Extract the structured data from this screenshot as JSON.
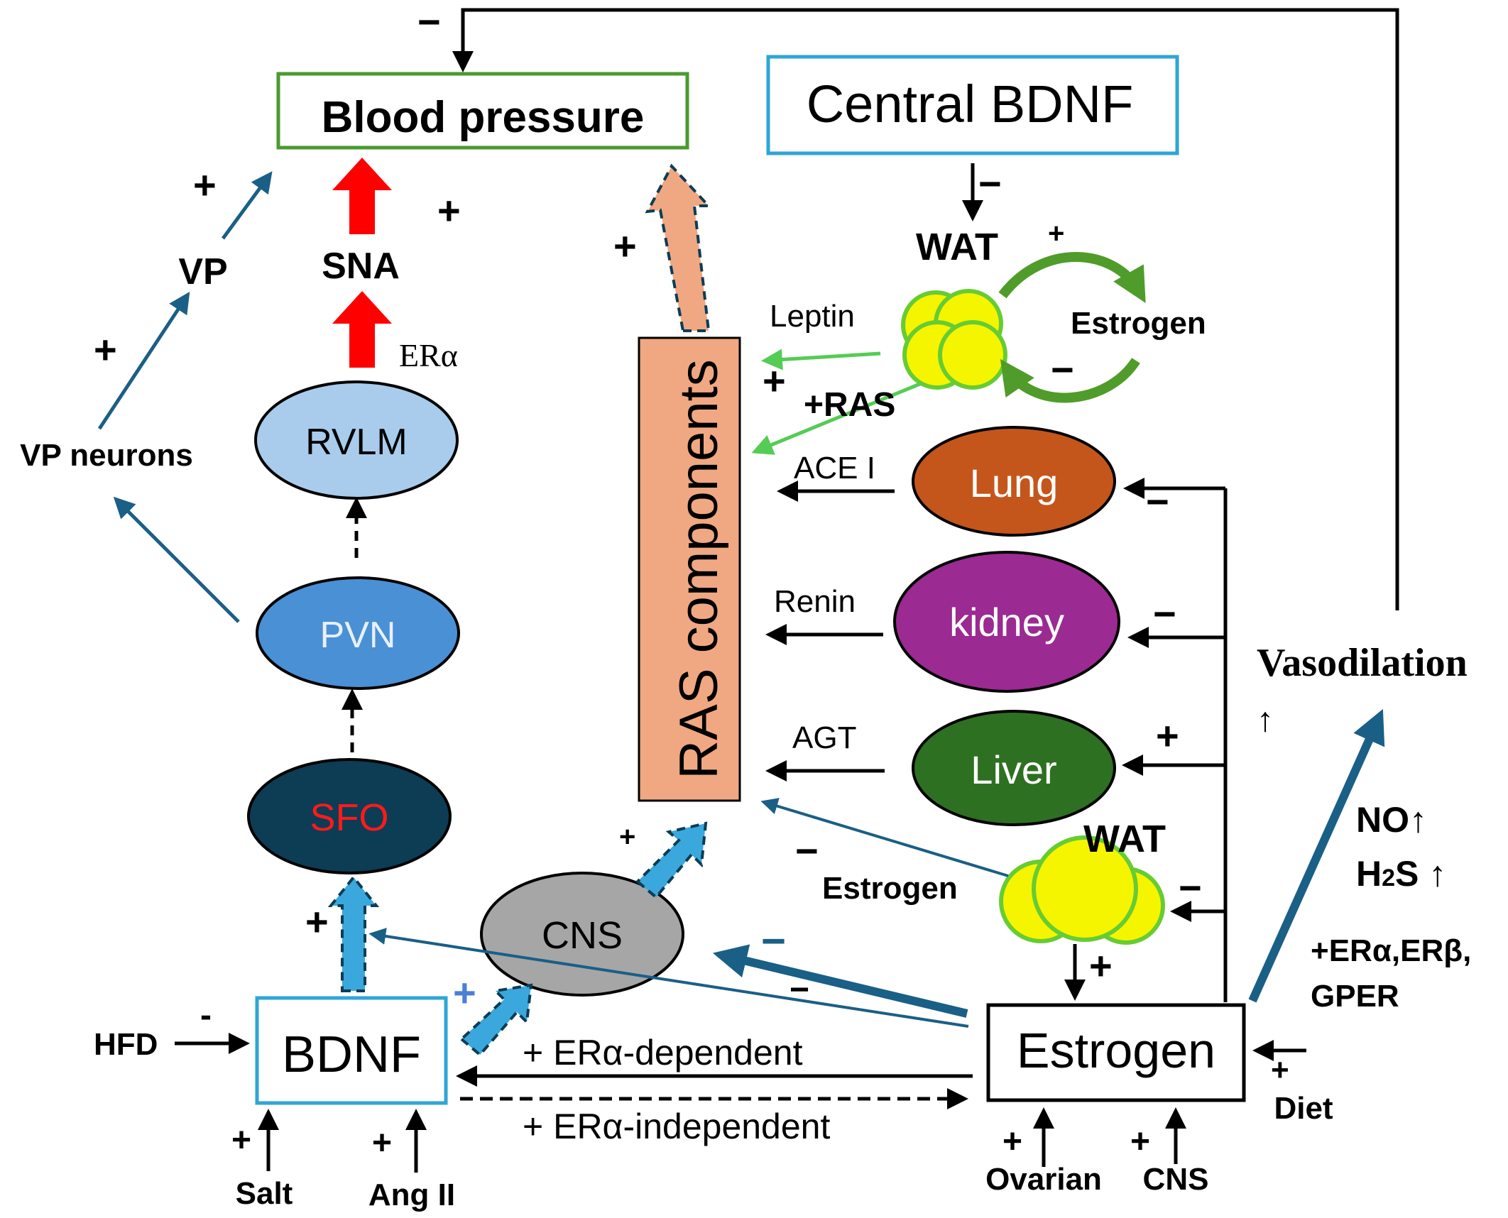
{
  "nodes": {
    "blood_pressure": "Blood pressure",
    "central_bdnf": "Central BDNF",
    "rvlm": "RVLM",
    "pvn": "PVN",
    "sfo": "SFO",
    "bdnf": "BDNF",
    "cns_oval": "CNS",
    "ras_components": "RAS components",
    "lung": "Lung",
    "kidney": "kidney",
    "liver": "Liver",
    "estrogen_box": "Estrogen",
    "wat_top": "WAT",
    "wat_bottom": "WAT"
  },
  "labels": {
    "sna": "SNA",
    "vp": "VP",
    "vp_neurons": "VP neurons",
    "er_alpha": "ERα",
    "leptin": "Leptin",
    "ras_plus": "+RAS",
    "estrogen_cycle": "Estrogen",
    "ace_i": "ACE I",
    "renin": "Renin",
    "agt": "AGT",
    "vasodilation": "Vasodilation",
    "vasodilation_arrow": "↑",
    "no": "NO↑",
    "h2s_h": "H",
    "h2s_sub": "2",
    "h2s_s": "S ↑",
    "receptors_1": "+ERα,ERβ,",
    "receptors_2": "GPER",
    "estrogen_left": "Estrogen",
    "hfd": "HFD",
    "salt": "Salt",
    "ang_ii": "Ang II",
    "ovarian": "Ovarian",
    "cns_bottom": "CNS",
    "diet": "Diet",
    "era_dependent": "+ ERα-dependent",
    "era_independent": "+ ERα-independent"
  },
  "signs": {
    "plus": "+",
    "minus": "−",
    "minus_hyphen": "-"
  },
  "colors": {
    "blood_pressure_border": "#4a9a2f",
    "central_bdnf_border": "#2ea6d6",
    "rvlm_fill": "#a9ccec",
    "pvn_fill": "#4a90d4",
    "sfo_fill": "#0d3c55",
    "sfo_text": "#ff1a1a",
    "cns_fill": "#a6a6a6",
    "ras_fill": "#f0a882",
    "lung_fill": "#c4561c",
    "kidney_fill": "#9b2a92",
    "liver_fill": "#2e7021",
    "fat_fill": "#f5f500",
    "fat_border": "#66cc33",
    "sna_arrow": "#ff0000",
    "teal_arrow": "#1a5f86",
    "blue_dashed_arrow": "#3aa8dc",
    "green_arrow": "#55cc55",
    "cycle_green": "#4f9c2a"
  }
}
